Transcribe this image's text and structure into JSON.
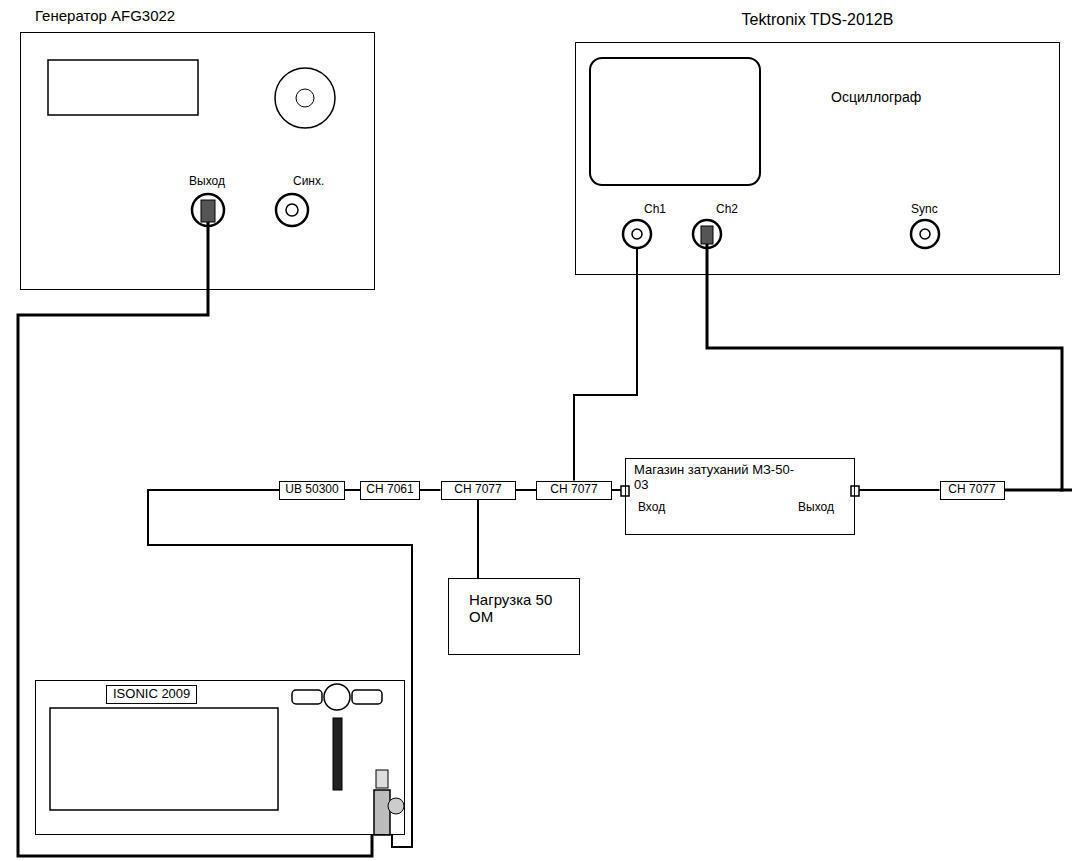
{
  "diagram": {
    "nodes": [
      {
        "text": [
          "Генератор AFG3022",
          "Выход",
          "Синх."
        ]
      },
      {
        "text": [
          "Tektronix TDS-2012B",
          "Осциллограф",
          "Ch1",
          "Ch2",
          "Sync"
        ]
      },
      {
        "text": [
          "UB 50300"
        ]
      },
      {
        "text": [
          "CH 7061"
        ]
      },
      {
        "text": [
          "CH 7077"
        ]
      },
      {
        "text": [
          "CH 7077"
        ]
      },
      {
        "text": [
          "Магазин затуханий МЗ-50-03",
          "Вход",
          "Выход"
        ]
      },
      {
        "text": [
          "CH 7077"
        ]
      },
      {
        "text": [
          "Нагрузка 50 ОМ"
        ]
      },
      {
        "text": [
          "ISONIC 2009"
        ]
      }
    ],
    "edges": [
      {
        "from": 0,
        "to": 9,
        "arrow": "none"
      },
      {
        "from": 9,
        "to": 2,
        "arrow": "none"
      },
      {
        "from": 2,
        "to": 3,
        "arrow": "none"
      },
      {
        "from": 3,
        "to": 4,
        "arrow": "none"
      },
      {
        "from": 4,
        "to": 5,
        "arrow": "none"
      },
      {
        "from": 5,
        "to": 6,
        "arrow": "none"
      },
      {
        "from": 6,
        "to": 7,
        "arrow": "none"
      },
      {
        "from": 4,
        "to": 8,
        "arrow": "none"
      },
      {
        "from": 5,
        "to": 1,
        "arrow": "none"
      },
      {
        "from": 1,
        "to": 7,
        "arrow": "none"
      }
    ]
  }
}
